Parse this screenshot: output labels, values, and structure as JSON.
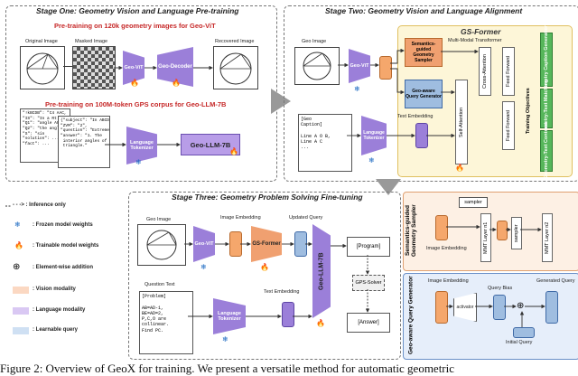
{
  "stage1": {
    "title": "Stage One: Geometry Vision and Language Pre-training",
    "sub_vision": "Pre-training on 120k geometry images for Geo-ViT",
    "original_image": "Original Image",
    "masked_image": "Masked Image",
    "recovered_image": "Recovered Image",
    "vit": "Geo-ViT",
    "decoder": "Geo-Decoder",
    "sub_language": "Pre-training on 100M-token GPS corpus for Geo-LLM-7B",
    "tokenizer": "Language Tokenizer",
    "llm": "Geo-LLM-7B",
    "doc_text": "\"!kBCDB\": \"C4 AAC,\n\"IS\": \"In a Rt\n\"Q1\": \"angle AC\n\"Q2\": \"the angle\n\"S\": \"sin\n\"solution\": ... \n\"fact\": ...",
    "doc_front": "{\"subject\": \"In ABCD,\n\"ZVM\": \"2\",\n\"question\": \"Extreme.\n\"answer\": \"1. The\n interior angles of\n triangle.\""
  },
  "stage2": {
    "title": "Stage Two: Geometry Vision and Language Alignment",
    "geo_image": "Geo Image",
    "vit": "Geo-ViT",
    "gs_former": "GS-Former",
    "sem_sampler": "Semantics-guided Geometry Sampler",
    "query_gen": "Geo-aware Query Generator",
    "mmt": "Multi-Modal Transformer",
    "self_attn": "Self-Attention",
    "cross_attn": "Cross-Attention",
    "ff1": "Feed Forward",
    "ff2": "Feed Forward",
    "objectives": "Training Objectives",
    "obj1": "Geometry Caption Generation",
    "obj2": "Geometry-Text Matching",
    "obj3": "Geometry-Text Contrast",
    "caption": "[Geo\nCaption]\n\nLine A O B,\nLine A C\n...",
    "tokenizer": "Language Tokenizer",
    "text_embedding": "Text Embedding"
  },
  "stage3": {
    "title": "Stage Three: Geometry Problem Solving Fine-tuning",
    "geo_image": "Geo Image",
    "vit": "Geo-ViT",
    "image_embedding": "Image Embedding",
    "gs_former": "GS-Former",
    "updated_query": "Updated Query",
    "llm": "Geo-LLM-7B",
    "program": "[Program]",
    "solver": "GPS-Solver",
    "answer": "[Answer]",
    "question_text": "Question Text",
    "problem": "[Problem]\n\nAB=AD-1,\nBE=AD=2,\nP,C,O are\ncollinear.\nFind PC.",
    "tokenizer": "Language Tokenizer",
    "text_embedding": "Text Embedding"
  },
  "legend": {
    "inference": ": Inference only",
    "frozen": ": Frozen model weights",
    "trainable": ": Trainable model weights",
    "addition": ": Element-wise addition",
    "vision": ": Vision modality",
    "language": ": Language modality",
    "query": ": Learnable query"
  },
  "sampler_panel": {
    "title": "Semantics-guided Geometry Sampler",
    "sampler1": "sampler",
    "sampler2": "sampler",
    "mmt1": "MMT Layer n1",
    "mmt2": "MMT Layer n2",
    "image_embedding": "Image Embedding"
  },
  "query_panel": {
    "title": "Geo-aware Query Generator",
    "image_embedding": "Image Embedding",
    "query_bias": "Query Bias",
    "generated_query": "Generated Query",
    "activator": "activator",
    "initial_query": "Initial Query"
  },
  "caption": "Figure 2: Overview of GeoX for training. We present a versatile method for automatic geometric"
}
